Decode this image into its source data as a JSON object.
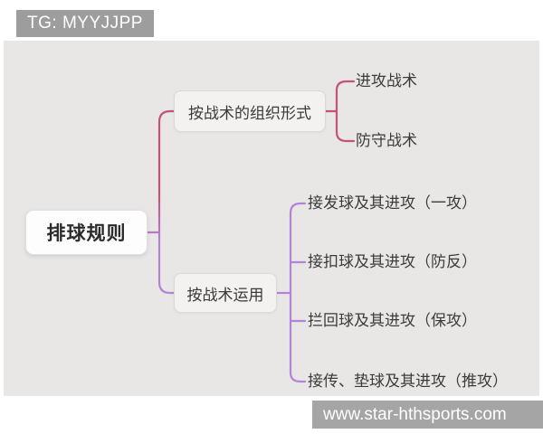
{
  "watermark_top": {
    "label": "TG: MYYJJPP"
  },
  "watermark_bottom": {
    "label": "www.star-hthsports.com"
  },
  "colors": {
    "canvas_bg": "#e9e7e6",
    "top_banner_bg": "#9d9d9d",
    "bottom_banner_bg": "#a5a5a5",
    "branch1_line": "#c4537c",
    "branch2_line": "#b283d6"
  },
  "mindmap": {
    "root": {
      "label": "排球规则"
    },
    "branches": [
      {
        "label": "按战术的组织形式",
        "children": [
          {
            "label": "进攻战术"
          },
          {
            "label": "防守战术"
          }
        ]
      },
      {
        "label": "按战术运用",
        "children": [
          {
            "label": "接发球及其进攻（一攻）"
          },
          {
            "label": "接扣球及其进攻（防反）"
          },
          {
            "label": "拦回球及其进攻（保攻）"
          },
          {
            "label": "接传、垫球及其进攻（推攻）"
          }
        ]
      }
    ]
  }
}
